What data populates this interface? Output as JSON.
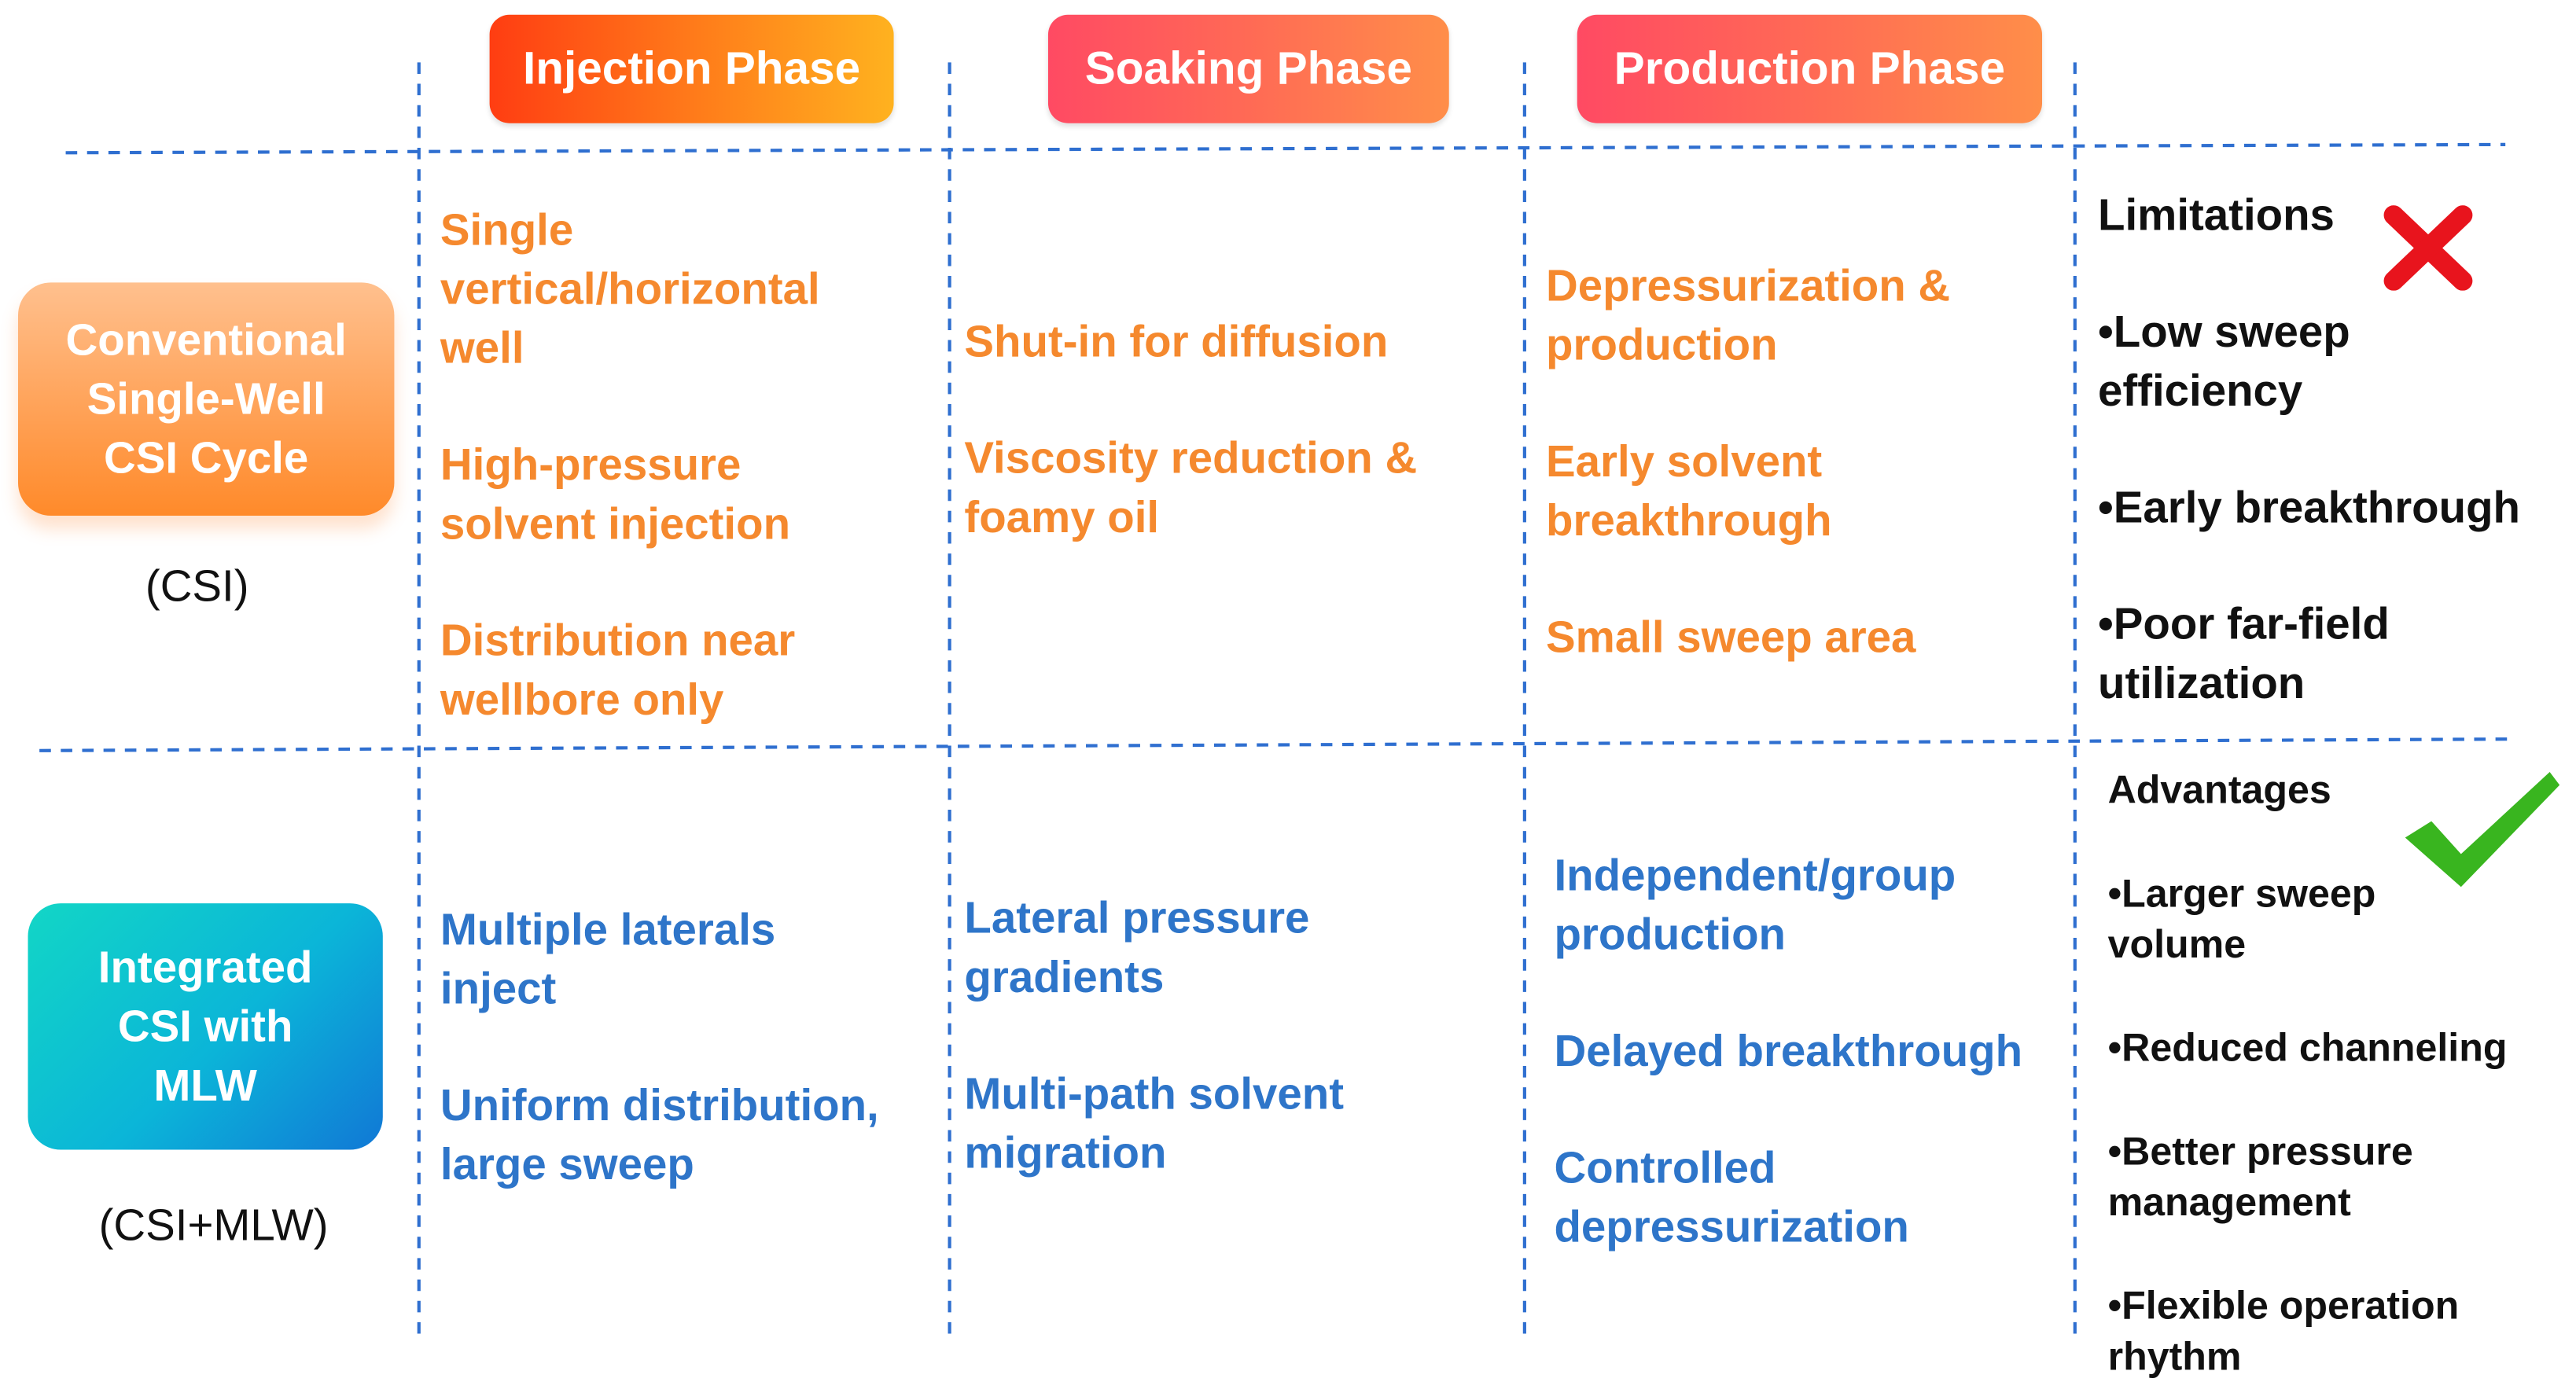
{
  "phases": [
    {
      "label": "Injection Phase"
    },
    {
      "label": "Soaking Phase"
    },
    {
      "label": "Production Phase"
    }
  ],
  "rows": [
    {
      "label": "Conventional Single-Well CSI Cycle",
      "label_lines": [
        "Conventional",
        "Single-Well",
        "CSI Cycle"
      ],
      "abbreviation": "(CSI)",
      "text_color": "#f5892e",
      "cells": [
        {
          "lines": [
            [
              "Single",
              "vertical/horizontal",
              "well"
            ],
            [
              "High-pressure",
              "solvent injection"
            ],
            [
              "Distribution near",
              "wellbore only"
            ]
          ]
        },
        {
          "lines": [
            [
              "Shut-in for diffusion"
            ],
            [
              "Viscosity reduction &",
              "foamy oil"
            ]
          ]
        },
        {
          "lines": [
            [
              "Depressurization &",
              "production"
            ],
            [
              "Early solvent",
              "breakthrough"
            ],
            [
              "Small sweep area"
            ]
          ]
        }
      ],
      "summary": {
        "title": "Limitations",
        "icon": "cross-icon",
        "items": [
          [
            "•Low sweep",
            "efficiency"
          ],
          [
            "•Early breakthrough"
          ],
          [
            "•Poor far-field",
            "utilization"
          ]
        ]
      }
    },
    {
      "label": "Integrated CSI with MLW",
      "label_lines": [
        "Integrated",
        "CSI with",
        "MLW"
      ],
      "abbreviation": "(CSI+MLW)",
      "text_color": "#2e75c9",
      "cells": [
        {
          "lines": [
            [
              "Multiple laterals",
              "inject"
            ],
            [
              "Uniform distribution,",
              "large sweep"
            ]
          ]
        },
        {
          "lines": [
            [
              "Lateral pressure",
              "gradients"
            ],
            [
              "Multi-path solvent",
              "migration"
            ]
          ]
        },
        {
          "lines": [
            [
              "Independent/group",
              "production"
            ],
            [
              "Delayed breakthrough"
            ],
            [
              "Controlled",
              "depressurization"
            ]
          ]
        }
      ],
      "summary": {
        "title": "Advantages",
        "icon": "check-icon",
        "items": [
          [
            "•Larger sweep",
            "volume"
          ],
          [
            "•Reduced channeling"
          ],
          [
            "•Better pressure",
            "management"
          ],
          [
            "•Flexible operation",
            "rhythm"
          ]
        ]
      }
    }
  ],
  "colors": {
    "grid_line": "#2f6fd0",
    "conventional_text": "#f5892e",
    "integrated_text": "#2e75c9",
    "cross": "#e8141d",
    "check": "#39b51f"
  }
}
